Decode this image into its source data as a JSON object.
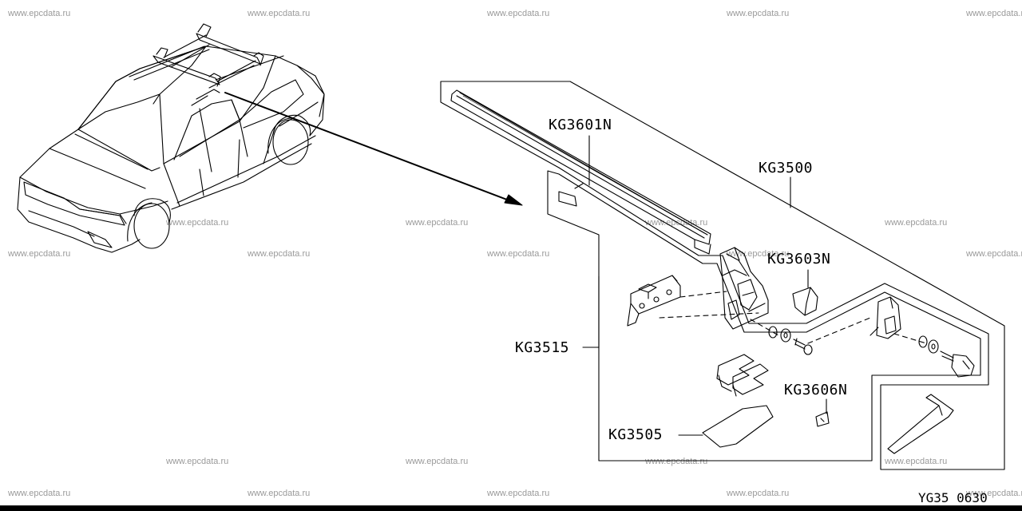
{
  "watermark": "www.epcdata.ru",
  "callouts": {
    "kg3601n": "KG3601N",
    "kg3500": "KG3500",
    "kg3603n": "KG3603N",
    "kg3515": "KG3515",
    "kg3606n": "KG3606N",
    "kg3505": "KG3505"
  },
  "drawing_code": "YG35 0630"
}
